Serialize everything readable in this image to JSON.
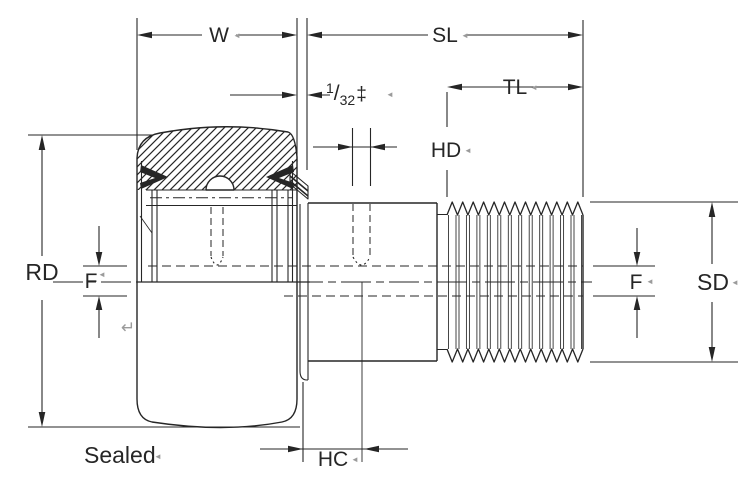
{
  "drawing": {
    "caption": "Sealed",
    "labels": {
      "w": "W",
      "sl": "SL",
      "tl": "TL",
      "hd": "HD",
      "rd": "RD",
      "sd": "SD",
      "hc": "HC",
      "f_left": "F",
      "f_right": "F",
      "clearance": {
        "numerator": "1",
        "denominator": "32",
        "dagger": "‡"
      }
    },
    "artifacts": {
      "label_mark": "◄",
      "return_mark": "↵"
    },
    "colors": {
      "line": "#262626",
      "background": "#ffffff",
      "artifact": "#9b9b9b"
    }
  }
}
